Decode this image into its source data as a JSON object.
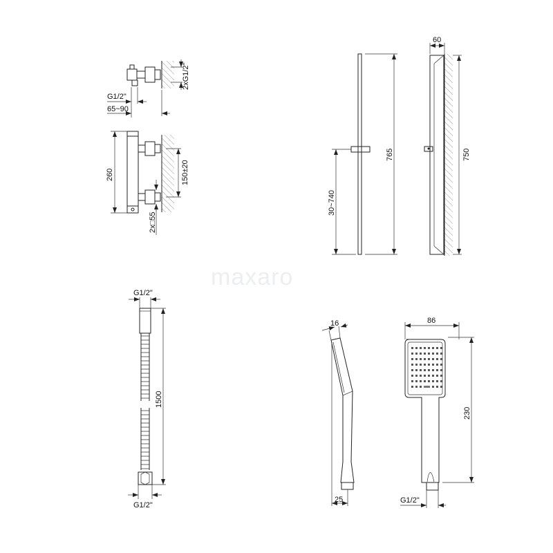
{
  "watermark": "maxaro",
  "colors": {
    "line": "#222222",
    "watermark": "#eceeef"
  },
  "thermostat": {
    "connection": "2xG1/2\"",
    "outlet": "G1/2\"",
    "projection": "65~90",
    "height": "260",
    "center_distance": "150±20",
    "rosette": "2x□55"
  },
  "slide_rail": {
    "total_length": "765",
    "holder_range": "30~740",
    "width": "60",
    "mount_length": "750"
  },
  "hose": {
    "top_thread": "G1/2\"",
    "length": "1500",
    "bottom_thread": "G1/2\""
  },
  "hand_shower": {
    "depth": "16",
    "width": "86",
    "length": "230",
    "base": "25",
    "thread": "G1/2\""
  }
}
